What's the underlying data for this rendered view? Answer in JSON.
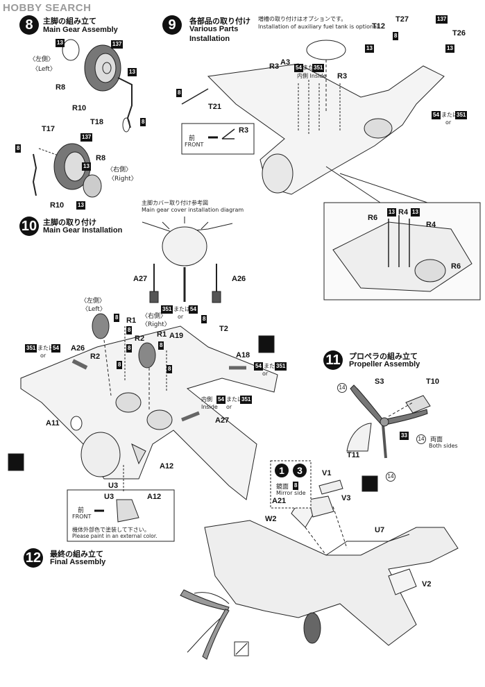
{
  "watermark": "HOBBY SEARCH",
  "steps": [
    {
      "num": "8",
      "jp": "主脚の組み立て",
      "en": "Main Gear Assembly"
    },
    {
      "num": "9",
      "jp": "各部品の取り付け",
      "en1": "Various Parts",
      "en2": "Installation"
    },
    {
      "num": "10",
      "jp": "主脚の取り付け",
      "en": "Main Gear Installation"
    },
    {
      "num": "11",
      "jp": "プロペラの組み立て",
      "en": "Propeller Assembly"
    },
    {
      "num": "12",
      "jp": "最終の組み立て",
      "en": "Final Assembly"
    }
  ],
  "notes": {
    "tank_jp": "増槽の取り付けはオプションです。",
    "tank_en": "Installation of auxiliary fuel tank is optional.",
    "cover_jp": "主脚カバー取り付け参考図",
    "cover_en": "Main gear cover installation diagram",
    "paint_jp": "機体外部色で塗装して下さい。",
    "paint_en": "Please paint in an external color.",
    "front_jp": "前",
    "front_en": "FRONT",
    "left_jp": "〈左側〉",
    "left_en": "〈Left〉",
    "right_jp": "〈右側〉",
    "right_en": "〈Right〉",
    "or_jp": "または",
    "or_en": "or",
    "inside_jp": "内側",
    "inside_en": "Inside",
    "both_jp": "両面",
    "both_en": "Both sides",
    "mirror_jp": "鏡面",
    "mirror_en": "Mirror side"
  },
  "colors": {
    "c8": "8",
    "c13": "13",
    "c137": "137",
    "c54": "54",
    "c351": "351",
    "c33": "33",
    "c14": "14"
  },
  "parts": {
    "R8": "R8",
    "R10": "R10",
    "T18": "T18",
    "T17": "T17",
    "R3": "R3",
    "A3": "A3",
    "T21": "T21",
    "T12": "T12",
    "T27": "T27",
    "T26": "T26",
    "R6": "R6",
    "R4": "R4",
    "A27": "A27",
    "A26": "A26",
    "R1": "R1",
    "R2": "R2",
    "A19": "A19",
    "T2": "T2",
    "A18": "A18",
    "A11": "A11",
    "A12": "A12",
    "U3": "U3",
    "S3": "S3",
    "T10": "T10",
    "T11": "T11",
    "V1": "V1",
    "V3": "V3",
    "A21": "A21",
    "W2": "W2",
    "U7": "U7",
    "V2": "V2"
  }
}
